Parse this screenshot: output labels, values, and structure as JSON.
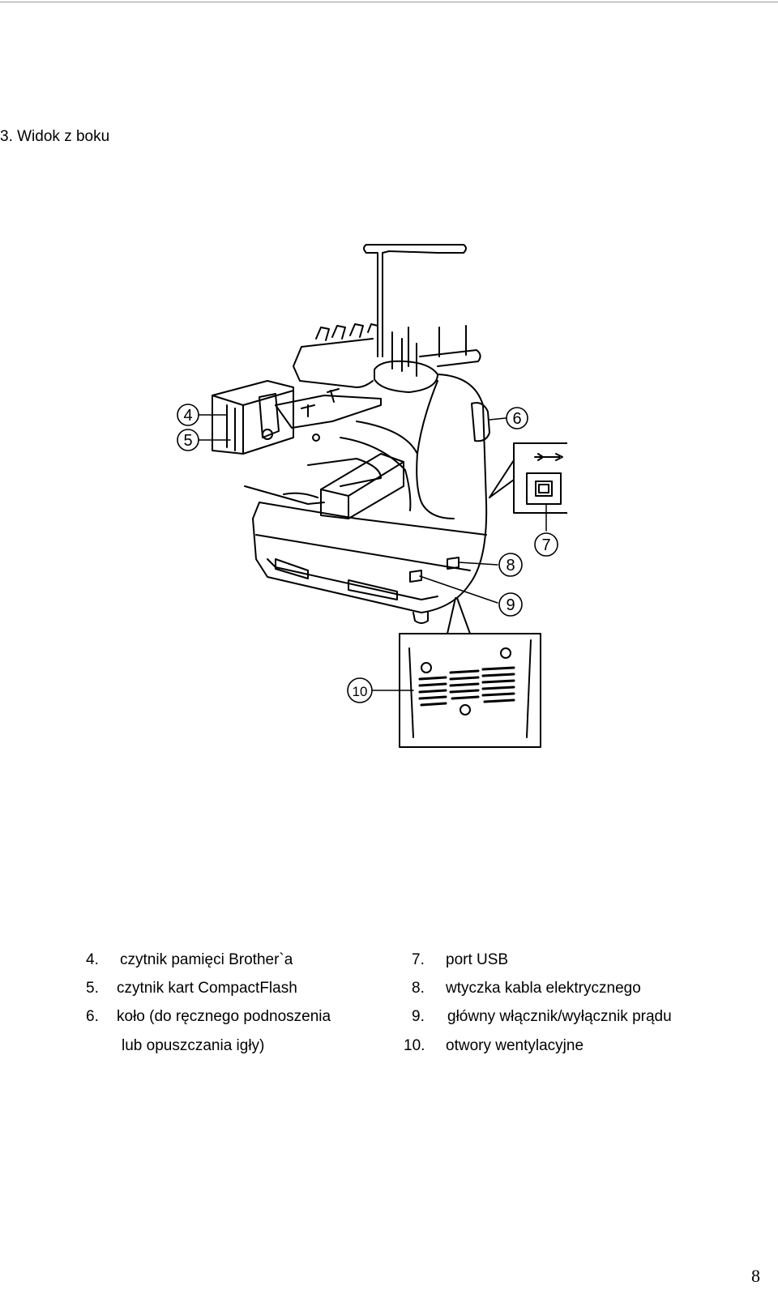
{
  "page": {
    "heading": "3. Widok z boku",
    "page_number": "8"
  },
  "figure": {
    "callouts": [
      "4",
      "5",
      "6",
      "7",
      "8",
      "9",
      "10"
    ]
  },
  "legend": {
    "left": [
      {
        "num": "4.",
        "text": "czytnik pamięci Brother`a"
      },
      {
        "num": "5.",
        "text": "czytnik kart CompactFlash"
      },
      {
        "num": "6.",
        "text": "koło (do ręcznego  podnoszenia"
      },
      {
        "num": "",
        "text": "lub  opuszczania igły)"
      }
    ],
    "right": [
      {
        "num": "7.",
        "text": "port USB"
      },
      {
        "num": "8.",
        "text": "wtyczka kabla elektrycznego"
      },
      {
        "num": "9.",
        "text": "główny włącznik/wyłącznik prądu"
      },
      {
        "num": "10.",
        "text": "otwory wentylacyjne"
      }
    ]
  }
}
